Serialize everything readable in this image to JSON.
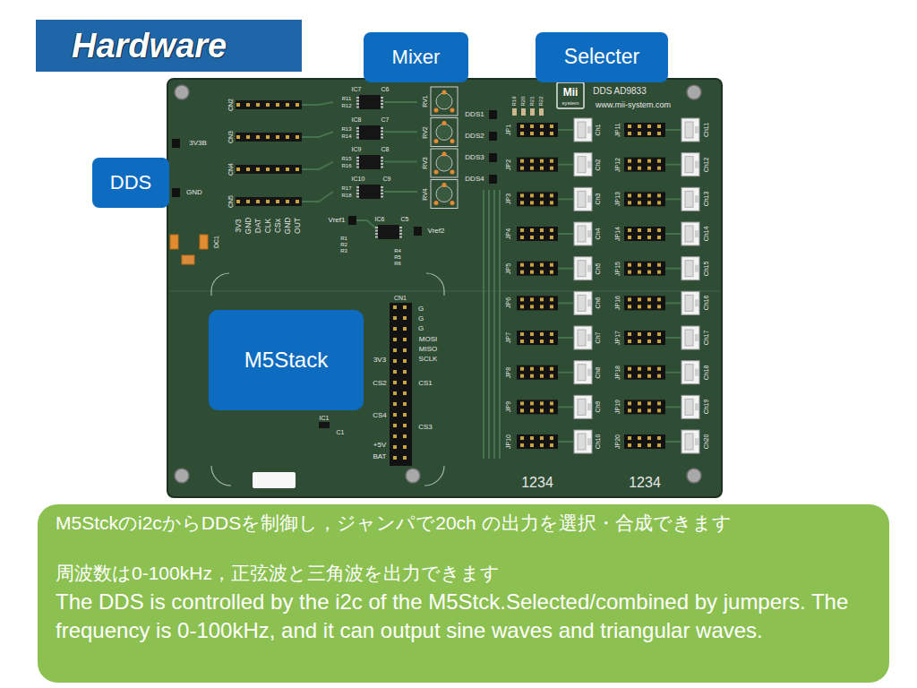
{
  "diagram": {
    "title": "Hardware",
    "nodes": [
      {
        "text": [
          "Mixer"
        ]
      },
      {
        "text": [
          "Selecter"
        ]
      },
      {
        "text": [
          "DDS"
        ]
      },
      {
        "text": [
          "M5Stack"
        ]
      },
      {
        "text": [
          "M5Stckのi2cからDDSを制御し，ジャンパで20ch の出力を選択・合成できます",
          "周波数は0-100kHz，正弦波と三角波を出力できます",
          "The DDS is controlled by the i2c of the M5Stck.Selected/combined by jumpers. The frequency is 0-100kHz, and it can output sine waves and triangular waves."
        ]
      }
    ],
    "labels": [
      "CN2",
      "CN3",
      "CN4",
      "CN5",
      "3V3B",
      "GND",
      "3V3",
      "GND",
      "DAT",
      "CLK",
      "CSx",
      "GND",
      "OUT",
      "DC1",
      "IC7",
      "C6",
      "IC8",
      "C7",
      "IC9",
      "C8",
      "IC10",
      "C9",
      "IC6",
      "C5",
      "R11",
      "R12",
      "R13",
      "R14",
      "R15",
      "R16",
      "R17",
      "R18",
      "RV1",
      "RV2",
      "RV3",
      "RV4",
      "Vref1",
      "Vref2",
      "R1",
      "R2",
      "R3",
      "R4",
      "R5",
      "R6",
      "DDS1",
      "DDS2",
      "DDS3",
      "DDS4",
      "R19",
      "R20",
      "R21",
      "R22",
      "Mii",
      "system",
      "DDS AD9833",
      "www.mii-system.com",
      "CN1",
      "G",
      "G",
      "G",
      "MOSI",
      "MISO",
      "SCLK",
      "3V3",
      "CS2",
      "CS1",
      "CS4",
      "CS3",
      "+5V",
      "BAT",
      "IC1",
      "C1",
      "1234",
      "1234",
      "JP1",
      "Ch1",
      "JP11",
      "Ch11",
      "JP2",
      "Ch2",
      "JP12",
      "Ch12",
      "JP3",
      "Ch3",
      "JP13",
      "Ch13",
      "JP4",
      "Ch4",
      "JP14",
      "Ch14",
      "JP5",
      "Ch5",
      "JP15",
      "Ch15",
      "JP6",
      "Ch6",
      "JP16",
      "Ch16",
      "JP7",
      "Ch7",
      "JP17",
      "Ch17",
      "JP8",
      "Ch8",
      "JP18",
      "Ch18",
      "JP9",
      "Ch9",
      "JP19",
      "Ch19",
      "JP10",
      "Ch10",
      "JP20",
      "Ch20"
    ]
  }
}
